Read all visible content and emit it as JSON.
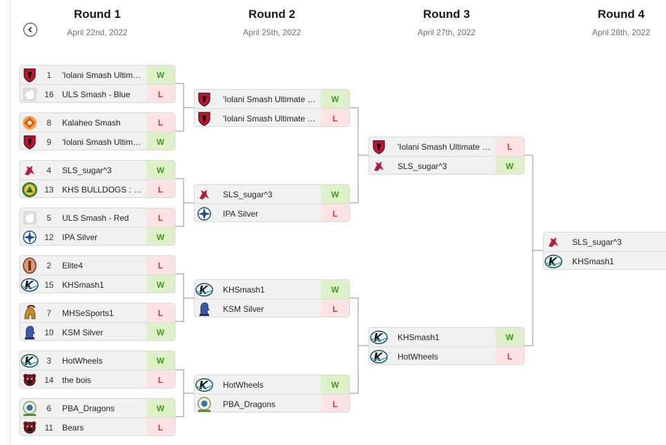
{
  "rounds": [
    {
      "title": "Round 1",
      "date": "April 22nd, 2022"
    },
    {
      "title": "Round 2",
      "date": "April 25th, 2022"
    },
    {
      "title": "Round 3",
      "date": "April 27th, 2022"
    },
    {
      "title": "Round 4",
      "date": "April 28th, 2022"
    }
  ],
  "icons": {
    "back": "chevron-left-icon"
  },
  "colors": {
    "win_bg": "#dff1c8",
    "win_text": "#3f9a1f",
    "loss_bg": "#fde3e3",
    "loss_text": "#d53030",
    "line": "#8c8c8c"
  },
  "matches": [
    {
      "round": 1,
      "teams": [
        {
          "seed": "1",
          "name": "'Iolani Smash Ultimat...",
          "result": "W",
          "logo": "iolani-shield-icon"
        },
        {
          "seed": "16",
          "name": "ULS Smash - Blue",
          "result": "L",
          "logo": "uls-smash-icon"
        }
      ]
    },
    {
      "round": 1,
      "teams": [
        {
          "seed": "8",
          "name": "Kalaheo Smash",
          "result": "L",
          "logo": "kalaheo-logo-icon"
        },
        {
          "seed": "9",
          "name": "'Iolani Smash Ultima...",
          "result": "W",
          "logo": "iolani-shield-icon"
        }
      ]
    },
    {
      "round": 1,
      "teams": [
        {
          "seed": "4",
          "name": "SLS_sugar^3",
          "result": "W",
          "logo": "sls-sugar-icon"
        },
        {
          "seed": "13",
          "name": "KHS BULLDOGS : K...",
          "result": "L",
          "logo": "khs-bulldogs-icon"
        }
      ]
    },
    {
      "round": 1,
      "teams": [
        {
          "seed": "5",
          "name": "ULS Smash - Red",
          "result": "L",
          "logo": "uls-smash-icon"
        },
        {
          "seed": "12",
          "name": "IPA Silver",
          "result": "W",
          "logo": "ipa-compass-icon"
        }
      ]
    },
    {
      "round": 1,
      "teams": [
        {
          "seed": "2",
          "name": "Elite4",
          "result": "L",
          "logo": "elite4-crest-icon"
        },
        {
          "seed": "15",
          "name": "KHSmash1",
          "result": "W",
          "logo": "k-logo-icon"
        }
      ]
    },
    {
      "round": 1,
      "teams": [
        {
          "seed": "7",
          "name": "MHSeSports1",
          "result": "L",
          "logo": "spartan-helmet-icon"
        },
        {
          "seed": "10",
          "name": "KSM Silver",
          "result": "W",
          "logo": "ksm-knight-icon"
        }
      ]
    },
    {
      "round": 1,
      "teams": [
        {
          "seed": "3",
          "name": "HotWheels",
          "result": "W",
          "logo": "k-logo-icon"
        },
        {
          "seed": "14",
          "name": "the bois",
          "result": "L",
          "logo": "bear-head-icon"
        }
      ]
    },
    {
      "round": 1,
      "teams": [
        {
          "seed": "6",
          "name": "PBA_Dragons",
          "result": "W",
          "logo": "pba-dragons-icon"
        },
        {
          "seed": "11",
          "name": "Bears",
          "result": "L",
          "logo": "bear-head-icon"
        }
      ]
    },
    {
      "round": 2,
      "teams": [
        {
          "seed": "",
          "name": "'Iolani Smash Ultimate Ma...",
          "result": "W",
          "logo": "iolani-shield-icon"
        },
        {
          "seed": "",
          "name": "'Iolani Smash Ultimate Yel...",
          "result": "L",
          "logo": "iolani-shield-icon"
        }
      ]
    },
    {
      "round": 2,
      "teams": [
        {
          "seed": "",
          "name": "SLS_sugar^3",
          "result": "W",
          "logo": "sls-sugar-icon"
        },
        {
          "seed": "",
          "name": "IPA Silver",
          "result": "L",
          "logo": "ipa-compass-icon"
        }
      ]
    },
    {
      "round": 2,
      "teams": [
        {
          "seed": "",
          "name": "KHSmash1",
          "result": "W",
          "logo": "k-logo-icon"
        },
        {
          "seed": "",
          "name": "KSM Silver",
          "result": "L",
          "logo": "ksm-knight-icon"
        }
      ]
    },
    {
      "round": 2,
      "teams": [
        {
          "seed": "",
          "name": "HotWheels",
          "result": "W",
          "logo": "k-logo-icon"
        },
        {
          "seed": "",
          "name": "PBA_Dragons",
          "result": "L",
          "logo": "pba-dragons-icon"
        }
      ]
    },
    {
      "round": 3,
      "teams": [
        {
          "seed": "",
          "name": "'Iolani Smash Ultimate Ma...",
          "result": "L",
          "logo": "iolani-shield-icon"
        },
        {
          "seed": "",
          "name": "SLS_sugar^3",
          "result": "W",
          "logo": "sls-sugar-icon"
        }
      ]
    },
    {
      "round": 3,
      "teams": [
        {
          "seed": "",
          "name": "KHSmash1",
          "result": "W",
          "logo": "k-logo-icon"
        },
        {
          "seed": "",
          "name": "HotWheels",
          "result": "L",
          "logo": "k-logo-icon"
        }
      ]
    },
    {
      "round": 4,
      "teams": [
        {
          "seed": "",
          "name": "SLS_sugar^3",
          "result": "",
          "logo": "sls-sugar-icon"
        },
        {
          "seed": "",
          "name": "KHSmash1",
          "result": "",
          "logo": "k-logo-icon"
        }
      ]
    }
  ]
}
